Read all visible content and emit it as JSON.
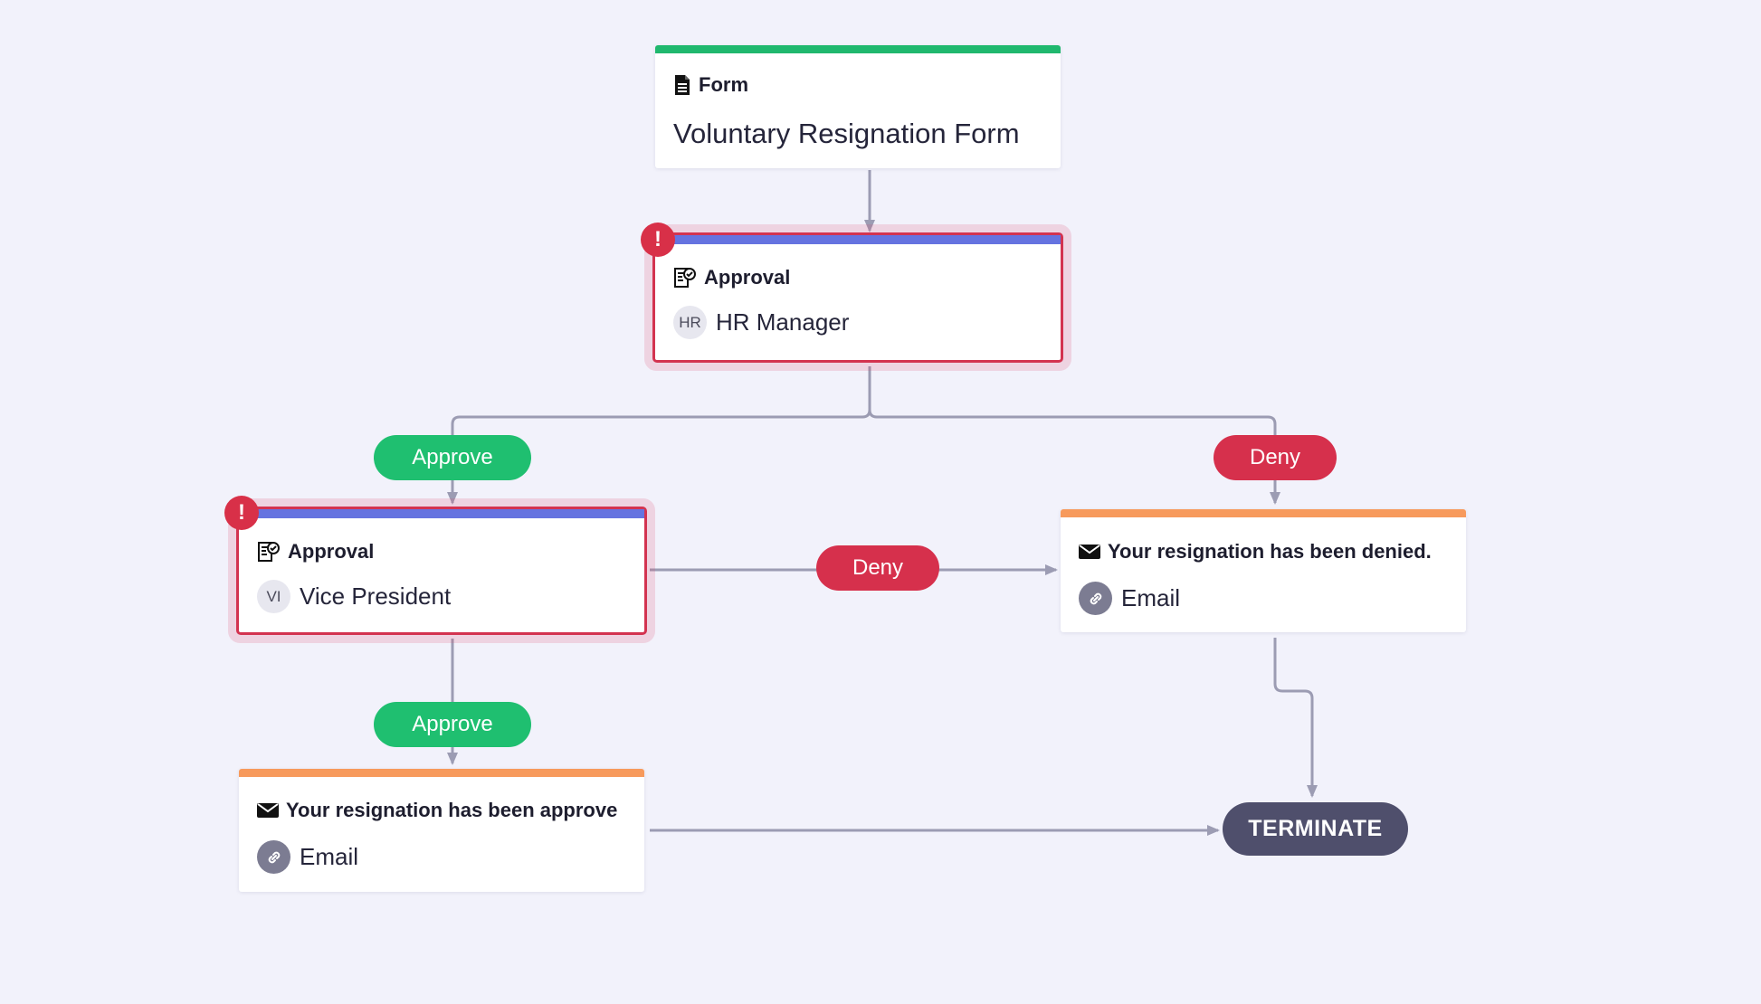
{
  "colors": {
    "background": "#f2f2fb",
    "form_bar": "#20b86e",
    "approval_bar": "#6573e0",
    "email_bar": "#f79a5c",
    "approve": "#1fbf70",
    "deny": "#d6304c",
    "error": "#d83048",
    "connector": "#9c9cb3",
    "terminate": "#4f4f6c"
  },
  "form_node": {
    "icon": "document-icon",
    "type_label": "Form",
    "title": "Voluntary Resignation Form"
  },
  "hr_approval": {
    "icon": "approval-check-icon",
    "type_label": "Approval",
    "assignee_initials": "HR",
    "assignee": "HR Manager",
    "warning": "!"
  },
  "vp_approval": {
    "icon": "approval-check-icon",
    "type_label": "Approval",
    "assignee_initials": "VI",
    "assignee": "Vice President",
    "warning": "!"
  },
  "denied_email": {
    "icon": "envelope-icon",
    "subject": "Your resignation has been denied.",
    "channel_icon": "link-icon",
    "channel": "Email"
  },
  "approved_email": {
    "icon": "envelope-icon",
    "subject": "Your resignation has been approve",
    "channel_icon": "link-icon",
    "channel": "Email"
  },
  "labels": {
    "approve_1": "Approve",
    "deny_1": "Deny",
    "deny_2": "Deny",
    "approve_2": "Approve"
  },
  "terminate": {
    "label": "TERMINATE"
  }
}
